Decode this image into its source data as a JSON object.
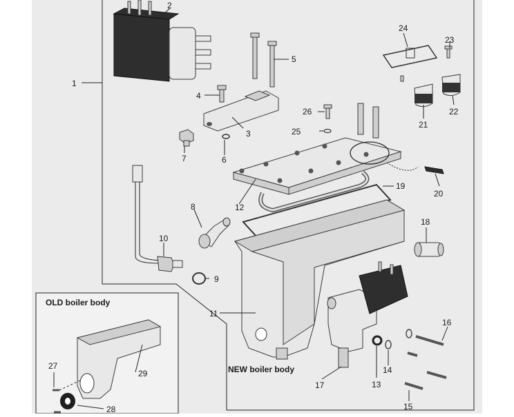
{
  "callouts": [
    "1",
    "2",
    "3",
    "4",
    "5",
    "6",
    "7",
    "8",
    "9",
    "10",
    "11",
    "12",
    "13",
    "14",
    "15",
    "16",
    "17",
    "18",
    "19",
    "20",
    "21",
    "22",
    "23",
    "24",
    "25",
    "26",
    "27",
    "28",
    "29"
  ],
  "captions": {
    "old_boiler_body": "OLD boiler body",
    "new_boiler_body": "NEW boiler body"
  },
  "colors": {
    "background": "#ebebeb",
    "frame": "#ffffff",
    "outline": "#3a3a3a",
    "dark_part": "#2e2e2e"
  }
}
